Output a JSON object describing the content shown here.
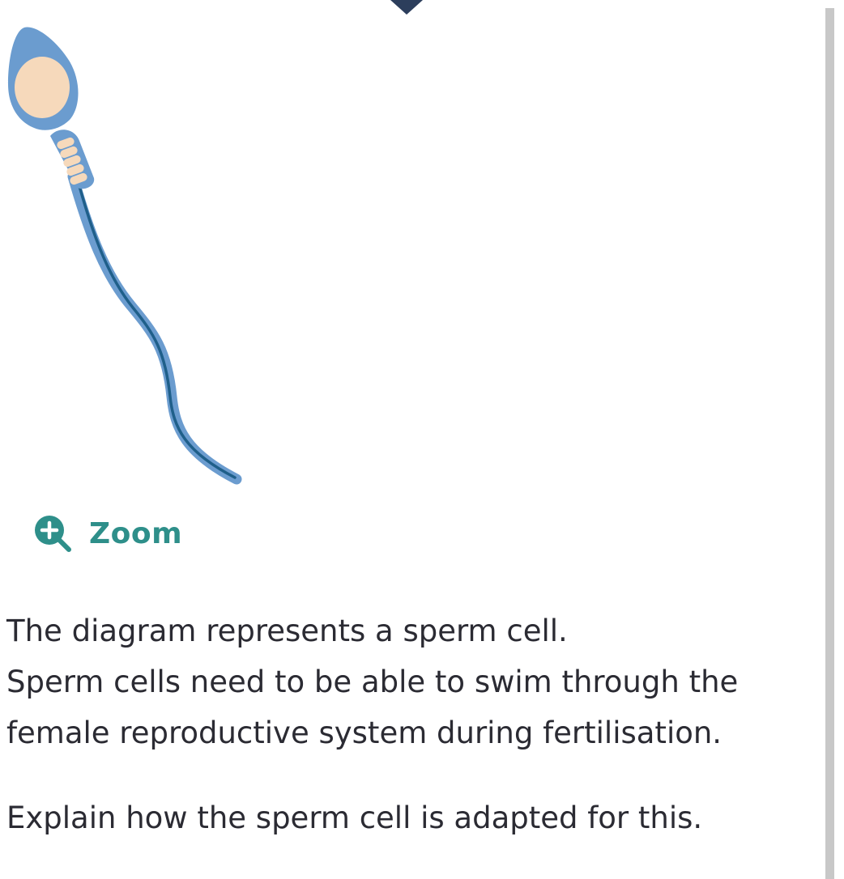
{
  "question": {
    "zoom_label": "Zoom",
    "lines": [
      "The diagram represents a sperm cell.",
      "Sperm cells need to be able to swim through the",
      "female reproductive system during fertilisation."
    ],
    "instruction": "Explain how the sperm cell is adapted for this."
  },
  "icons": {
    "top": "caret-down-icon",
    "zoom": "zoom-in-icon"
  },
  "colors": {
    "accent": "#2e8f8a",
    "text": "#2b2b33",
    "cell_membrane": "#6b9ccf",
    "nucleus": "#f6d9bb",
    "tail_core": "#1f5f8a",
    "caret": "#2c3e5c",
    "scrollbar": "#c8c8c8"
  }
}
